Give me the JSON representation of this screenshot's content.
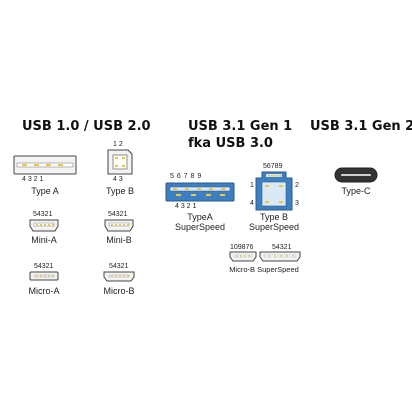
{
  "headers": {
    "usb1_2": "USB 1.0 / USB 2.0",
    "usb31g1_line1": "USB 3.1 Gen 1",
    "usb31g1_line2": "fka USB 3.0",
    "usb31g2": "USB 3.1 Gen 2"
  },
  "connectors": {
    "type_a": {
      "label": "Type A",
      "pins": "4  3  2  1"
    },
    "type_b": {
      "label": "Type B",
      "pins_top": "1  2",
      "pins_bottom": "4  3"
    },
    "mini_a": {
      "label": "Mini-A",
      "pins": "54321"
    },
    "mini_b": {
      "label": "Mini-B",
      "pins": "54321"
    },
    "micro_a": {
      "label": "Micro-A",
      "pins": "54321"
    },
    "micro_b": {
      "label": "Micro-B",
      "pins": "54321"
    },
    "type_a_ss": {
      "label_line1": "TypeA",
      "label_line2": "SuperSpeed",
      "pins_top": "5  6  7  8  9",
      "pins_bottom": "4  3  2  1"
    },
    "type_b_ss": {
      "label_line1": "Type B",
      "label_line2": "SuperSpeed",
      "pins_top": "56789",
      "pin_left_top": "1",
      "pin_right_top": "2",
      "pin_left_bottom": "4",
      "pin_right_bottom": "3"
    },
    "micro_b_ss": {
      "label": "Micro-B SuperSpeed",
      "pins_left": "109876",
      "pins_right": "54321"
    },
    "type_c": {
      "label": "Type-C"
    }
  },
  "colors": {
    "ss_blue": "#3d7fc1",
    "contact_gold": "#e8c84a",
    "outline": "#444444",
    "fill_light": "#f3f3f3"
  }
}
